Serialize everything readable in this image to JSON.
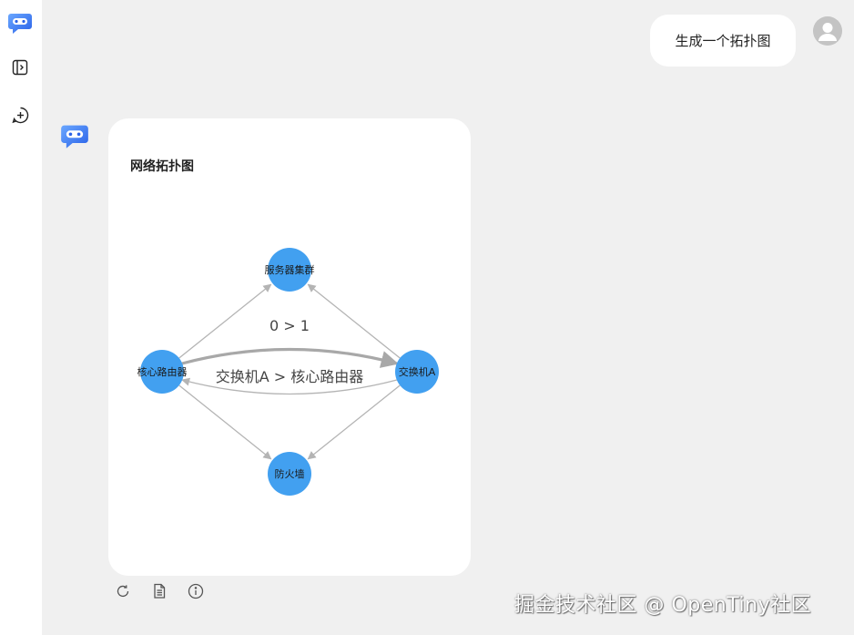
{
  "sidebar": {
    "logo_icon": "robot-chat-icon",
    "toggle_icon": "sidebar-toggle-icon",
    "new_chat_icon": "new-chat-plus-icon"
  },
  "conversation": {
    "user_message": "生成一个拓扑图",
    "bot_card_title": "网络拓扑图"
  },
  "chart_data": {
    "type": "network-graph",
    "title": "网络拓扑图",
    "nodes": [
      {
        "id": "server",
        "label": "服务器集群"
      },
      {
        "id": "router",
        "label": "核心路由器"
      },
      {
        "id": "switch",
        "label": "交换机A"
      },
      {
        "id": "firewall",
        "label": "防火墙"
      }
    ],
    "edges": [
      {
        "source": "router",
        "target": "server",
        "label": ""
      },
      {
        "source": "switch",
        "target": "server",
        "label": ""
      },
      {
        "source": "router",
        "target": "switch",
        "label": "0 > 1",
        "emphasized": true
      },
      {
        "source": "switch",
        "target": "router",
        "label": "交换机A > 核心路由器"
      },
      {
        "source": "router",
        "target": "firewall",
        "label": ""
      },
      {
        "source": "switch",
        "target": "firewall",
        "label": ""
      }
    ],
    "colors": {
      "node": "#42a0f0",
      "edge": "#b4b4b4",
      "edge_emphasized": "#a8a8a8"
    }
  },
  "actions": {
    "refresh_icon": "refresh-icon",
    "copy_icon": "copy-document-icon",
    "info_icon": "info-icon"
  },
  "watermark": "掘金技术社区 @ OpenTiny社区"
}
